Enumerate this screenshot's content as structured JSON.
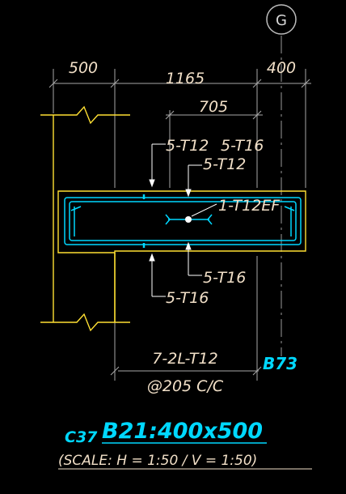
{
  "drawing": {
    "grid_bubble": "G",
    "dimensions": {
      "d500": "500",
      "d1165": "1165",
      "d400": "400",
      "d705": "705"
    },
    "rebar_labels": {
      "top_left": "5-T12",
      "top_mid": "5-T16",
      "top_second": "5-T12",
      "center": "1-T12EF",
      "bottom_first": "5-T16",
      "bottom_second": "5-T16"
    },
    "links": {
      "line1": "7-2L-T12",
      "line2": "@205 C/C"
    },
    "beam_ref": "B73",
    "title": {
      "prefix": "C37",
      "main": "B21:400x500",
      "scale": "(SCALE: H = 1:50  / V = 1:50)"
    },
    "colors": {
      "background": "#000000",
      "beam_outline": "#ffe033",
      "rebar": "#00d8ff",
      "leader": "#ffffff",
      "dimension": "#a8a8a8",
      "text": "#f2e0c8"
    }
  }
}
